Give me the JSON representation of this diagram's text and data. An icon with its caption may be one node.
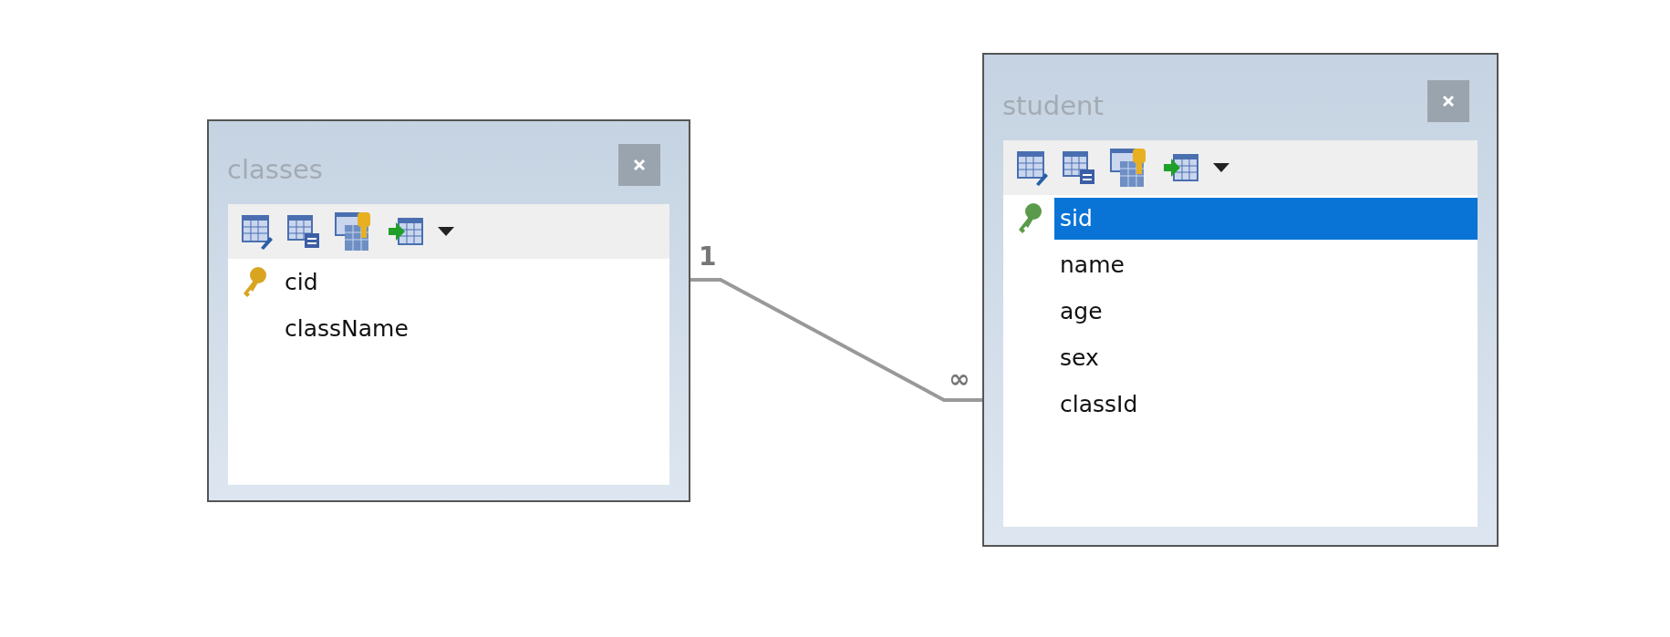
{
  "diagram": {
    "nodes": [
      {
        "text": [
          "classes",
          "cid",
          "className"
        ]
      },
      {
        "text": [
          "student",
          "sid",
          "name",
          "age",
          "sex",
          "classId"
        ]
      }
    ],
    "edges": [
      {
        "from": 0,
        "to": 1,
        "arrow": "none"
      }
    ],
    "labels": [
      "1",
      "∞"
    ]
  }
}
